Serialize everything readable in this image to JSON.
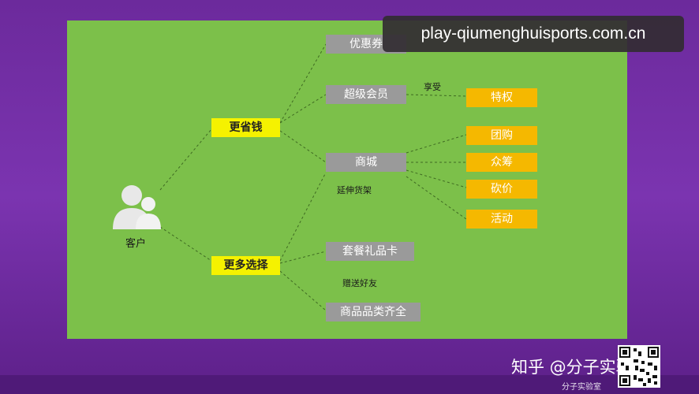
{
  "banner": {
    "text": "play-qiumenghuisports.com.cn"
  },
  "customer": {
    "label": "客户"
  },
  "nodes": {
    "save": "更省钱",
    "more": "更多选择",
    "coupon": "优惠券",
    "member": "超级会员",
    "mall": "商城",
    "privilege": "特权",
    "groupbuy": "团购",
    "crowd": "众筹",
    "bargain": "砍价",
    "activity": "活动",
    "giftcard": "套餐礼品卡",
    "fullrange": "商品品类齐全"
  },
  "edge_labels": {
    "enjoy": "享受",
    "extend": "延伸货架",
    "gift": "赠送好友"
  },
  "watermark": {
    "main": "知乎 @分子实验室",
    "sub": "分子实验室"
  },
  "colors": {
    "board": "#7cc04a",
    "gray_node": "#9a9a9a",
    "yellow_node": "#f5f200",
    "orange_node": "#f5b800",
    "background": "#6c2a9c"
  }
}
